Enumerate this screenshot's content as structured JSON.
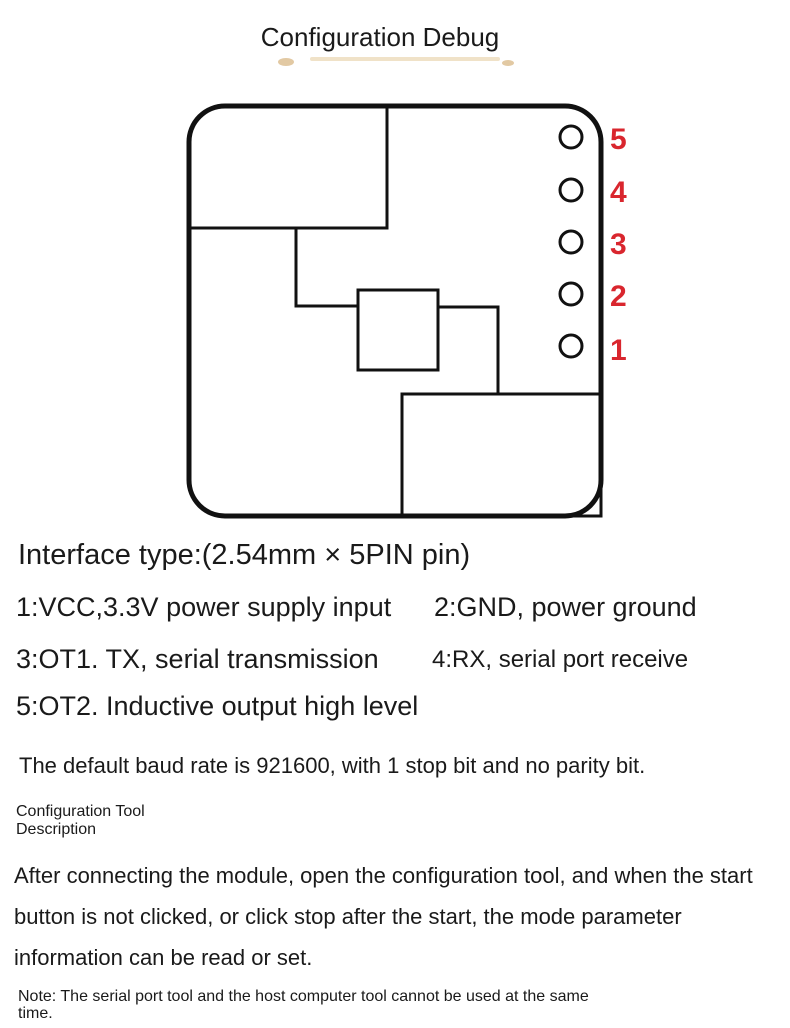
{
  "header": {
    "title": "Configuration Debug"
  },
  "diagram": {
    "pin_labels": [
      "5",
      "4",
      "3",
      "2",
      "1"
    ],
    "pin_label_color": "#d9262e",
    "outline_color": "#111111"
  },
  "interface": {
    "type_line": "Interface type:(2.54mm × 5PIN pin)",
    "pins": {
      "p1": "1:VCC,3.3V power supply input",
      "p2": "2:GND, power ground",
      "p3": "3:OT1. TX, serial transmission",
      "p4": "4:RX, serial port receive",
      "p5": "5:OT2. Inductive output high level"
    }
  },
  "baud_note": "The default baud rate is 921600, with 1 stop bit and no parity bit.",
  "tool": {
    "title_line1": "Configuration Tool",
    "title_line2": "Description",
    "description": "After connecting the module, open the configuration tool, and when the start button is not clicked, or click stop after the start, the mode parameter information can be read or set.",
    "note": "Note: The serial port tool and the host computer tool cannot be used at the same time."
  }
}
